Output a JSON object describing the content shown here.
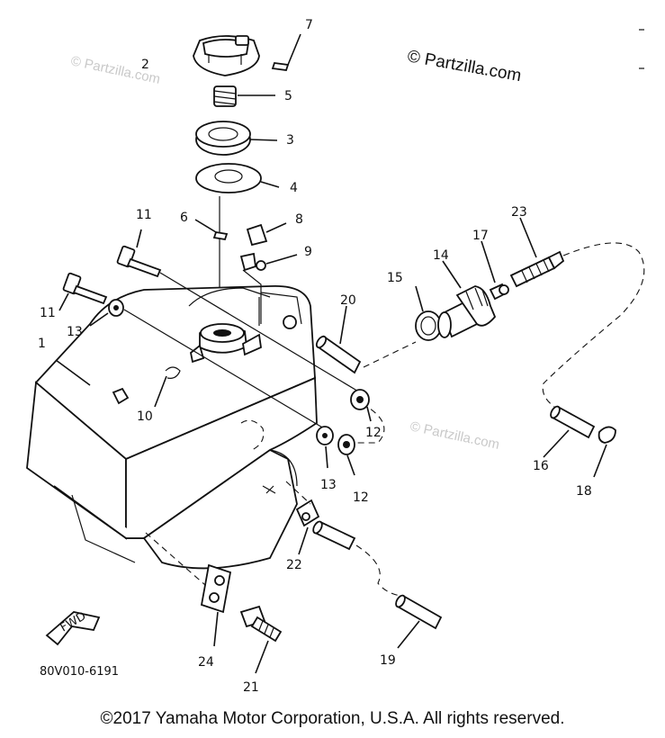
{
  "diagram": {
    "parts": [
      {
        "id": "1",
        "label": "1"
      },
      {
        "id": "2",
        "label": "2"
      },
      {
        "id": "3",
        "label": "3"
      },
      {
        "id": "4",
        "label": "4"
      },
      {
        "id": "5",
        "label": "5"
      },
      {
        "id": "6",
        "label": "6"
      },
      {
        "id": "7",
        "label": "7"
      },
      {
        "id": "8",
        "label": "8"
      },
      {
        "id": "9",
        "label": "9"
      },
      {
        "id": "10",
        "label": "10"
      },
      {
        "id": "11a",
        "label": "11"
      },
      {
        "id": "11b",
        "label": "11"
      },
      {
        "id": "12a",
        "label": "12"
      },
      {
        "id": "12b",
        "label": "12"
      },
      {
        "id": "13a",
        "label": "13"
      },
      {
        "id": "13b",
        "label": "13"
      },
      {
        "id": "14",
        "label": "14"
      },
      {
        "id": "15",
        "label": "15"
      },
      {
        "id": "16",
        "label": "16"
      },
      {
        "id": "17",
        "label": "17"
      },
      {
        "id": "18",
        "label": "18"
      },
      {
        "id": "19",
        "label": "19"
      },
      {
        "id": "20",
        "label": "20"
      },
      {
        "id": "21",
        "label": "21"
      },
      {
        "id": "22",
        "label": "22"
      },
      {
        "id": "23",
        "label": "23"
      },
      {
        "id": "24",
        "label": "24"
      }
    ],
    "watermark_primary": "© Partzilla.com",
    "watermark_faint": "© Partzilla.com",
    "fwd_label": "FWD",
    "diagram_code": "80V010-6191"
  },
  "footer": {
    "copyright": "©2017  Yamaha Motor Corporation, U.S.A. All rights reserved."
  }
}
